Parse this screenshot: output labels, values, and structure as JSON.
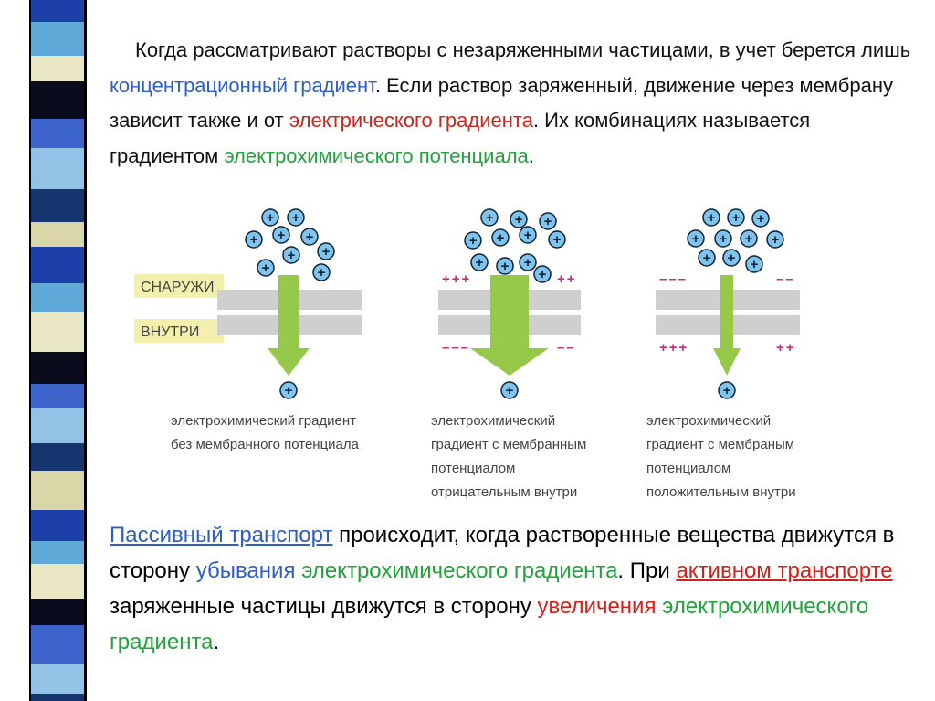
{
  "colors": {
    "blue_term": "#2e5ec4",
    "red_term": "#d4201a",
    "green_term": "#22a33c",
    "arrow": "#96c84a",
    "membrane": "#cfcfcf",
    "label_box": "#f3f0ae",
    "ion_fill": "#7ec4ee",
    "charge": "#c3307a"
  },
  "intro": {
    "t1": "Когда рассматривают растворы с незаряженными частицами, в учет берется лишь ",
    "t2": "концентрационный градиент",
    "t3": ". Если раствор заряженный, движение через мембрану зависит также и от ",
    "t4": "электрического градиента",
    "t5": ". Их комбинациях называется градиентом ",
    "t6": "электрохимического потенциала",
    "t7": "."
  },
  "diagram": {
    "label_outside": "СНАРУЖИ",
    "label_inside": "ВНУТРИ",
    "ion_symbol": "+",
    "panels": [
      {
        "top_charges_left": "",
        "top_charges_right": "",
        "bottom_charges_left": "",
        "bottom_charges_right": "",
        "caption": [
          "электрохимический градиент",
          "без мембранного потенциала"
        ]
      },
      {
        "top_charges_left": "+++",
        "top_charges_right": "++",
        "bottom_charges_left": "–––",
        "bottom_charges_right": "––",
        "caption": [
          "электрохимический",
          "градиент с мембранным",
          "потенциалом",
          "отрицательным внутри"
        ]
      },
      {
        "top_charges_left": "–––",
        "top_charges_right": "––",
        "bottom_charges_left": "+++",
        "bottom_charges_right": "++",
        "caption": [
          "электрохимический",
          "градиент с мембраным",
          "потенциалом",
          "положительным внутри"
        ]
      }
    ]
  },
  "outro": {
    "t1": "Пассивный транспорт",
    "t2": " происходит, когда растворенные вещества движутся в сторону ",
    "t3": "убывания",
    "t4": " ",
    "t5": "электрохимического градиента",
    "t6": ". При ",
    "t7": "активном транспорте",
    "t8": " заряженные частицы движутся в сторону ",
    "t9": "увеличения",
    "t10": " ",
    "t11": "электрохимического градиента",
    "t12": "."
  }
}
